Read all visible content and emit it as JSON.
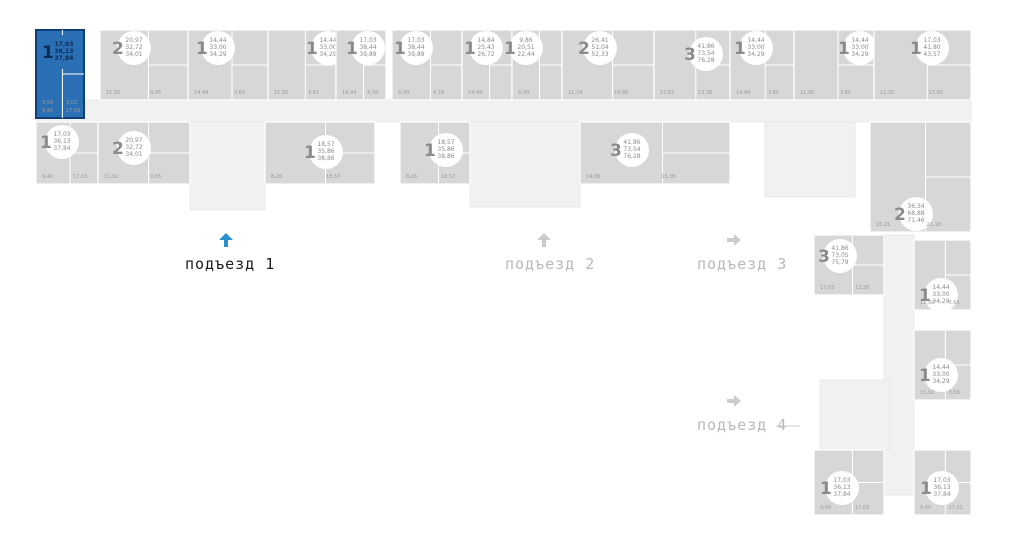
{
  "colors": {
    "apartment_fill": "#d7d7d7",
    "selected_fill": "#2a6fb3",
    "selected_text": "#0b2a55",
    "label_text": "#8b8b8b",
    "active_entrance": "#1b1b1b",
    "inactive_entrance": "#b9b9b9",
    "entrance_arrow_active": "#2b8fd0",
    "entrance_arrow_inactive": "#cccccc"
  },
  "entrances": [
    {
      "label": "подъезд 1",
      "active": true,
      "arrow": "up-arrow-icon"
    },
    {
      "label": "подъезд 2",
      "active": false,
      "arrow": "up-arrow-icon"
    },
    {
      "label": "подъезд 3",
      "active": false,
      "arrow": "right-arrow-icon"
    },
    {
      "label": "подъезд 4",
      "active": false,
      "arrow": "right-arrow-icon"
    }
  ],
  "apartments": [
    {
      "id": "a1",
      "rooms": "1",
      "areas": [
        "17,03",
        "36,13",
        "37,84"
      ],
      "selected": true,
      "room_labels": [
        "9,40",
        "17,03",
        "3,58",
        "3,02"
      ]
    },
    {
      "id": "a2",
      "rooms": "2",
      "areas": [
        "20,97",
        "32,72",
        "34,01"
      ],
      "selected": false,
      "room_labels": [
        "11,92",
        "9,05"
      ]
    },
    {
      "id": "a3",
      "rooms": "1",
      "areas": [
        "14,44",
        "33,00",
        "34,29"
      ],
      "selected": false,
      "room_labels": [
        "14,44",
        "3,65"
      ]
    },
    {
      "id": "a4",
      "rooms": "1",
      "areas": [
        "14,44",
        "33,00",
        "34,29"
      ],
      "selected": false,
      "room_labels": [
        "11,92",
        "3,61"
      ]
    },
    {
      "id": "a5",
      "rooms": "1",
      "areas": [
        "17,03",
        "38,44",
        "39,89"
      ],
      "selected": false,
      "room_labels": [
        "14,44",
        "4,78"
      ]
    },
    {
      "id": "a6",
      "rooms": "1",
      "areas": [
        "17,03",
        "38,44",
        "39,89"
      ],
      "selected": false,
      "room_labels": [
        "5,00",
        "4,78"
      ]
    },
    {
      "id": "a7",
      "rooms": "1",
      "areas": [
        "14,84",
        "25,43",
        "26,72"
      ],
      "selected": false,
      "room_labels": [
        "14,44"
      ]
    },
    {
      "id": "a8",
      "rooms": "1",
      "areas": [
        "9,86",
        "20,51",
        "22,44"
      ],
      "selected": false,
      "room_labels": [
        "5,00"
      ]
    },
    {
      "id": "a9",
      "rooms": "2",
      "areas": [
        "26,41",
        "51,04",
        "52,33"
      ],
      "selected": false,
      "room_labels": [
        "11,74",
        "14,86"
      ]
    },
    {
      "id": "a10",
      "rooms": "3",
      "areas": [
        "41,86",
        "73,54",
        "76,28"
      ],
      "selected": false,
      "room_labels": [
        "12,67",
        "13,38"
      ]
    },
    {
      "id": "a11",
      "rooms": "1",
      "areas": [
        "14,44",
        "33,00",
        "34,29"
      ],
      "selected": false,
      "room_labels": [
        "14,44",
        "3,65"
      ]
    },
    {
      "id": "a12",
      "rooms": "1",
      "areas": [
        "14,44",
        "33,00",
        "34,29"
      ],
      "selected": false,
      "room_labels": [
        "11,92",
        "3,65"
      ]
    },
    {
      "id": "a13",
      "rooms": "1",
      "areas": [
        "17,03",
        "41,80",
        "43,57"
      ],
      "selected": false,
      "room_labels": [
        "12,20",
        "17,03"
      ]
    },
    {
      "id": "a14",
      "rooms": "1",
      "areas": [
        "17,03",
        "36,13",
        "37,84"
      ],
      "selected": false,
      "room_labels": [
        "9,40",
        "17,03"
      ]
    },
    {
      "id": "a15",
      "rooms": "2",
      "areas": [
        "20,97",
        "32,72",
        "34,01"
      ],
      "selected": false,
      "room_labels": [
        "11,92",
        "9,05"
      ]
    },
    {
      "id": "a16",
      "rooms": "1",
      "areas": [
        "18,57",
        "35,86",
        "38,86"
      ],
      "selected": false,
      "room_labels": [
        "8,26",
        "18,57"
      ]
    },
    {
      "id": "a17",
      "rooms": "1",
      "areas": [
        "18,57",
        "35,86",
        "38,86"
      ],
      "selected": false,
      "room_labels": [
        "8,26",
        "18,57"
      ]
    },
    {
      "id": "a18",
      "rooms": "3",
      "areas": [
        "41,86",
        "73,54",
        "76,28"
      ],
      "selected": false,
      "room_labels": [
        "14,66",
        "13,38"
      ]
    },
    {
      "id": "a19",
      "rooms": "2",
      "areas": [
        "36,34",
        "68,88",
        "71,46"
      ],
      "selected": false,
      "room_labels": [
        "15,21",
        "21,18"
      ]
    },
    {
      "id": "a20",
      "rooms": "3",
      "areas": [
        "41,86",
        "73,05",
        "75,79"
      ],
      "selected": false,
      "room_labels": [
        "17,03",
        "13,38"
      ]
    },
    {
      "id": "a21",
      "rooms": "1",
      "areas": [
        "14,44",
        "33,00",
        "34,29"
      ],
      "selected": false,
      "room_labels": [
        "11,92",
        "3,65"
      ]
    },
    {
      "id": "a22",
      "rooms": "1",
      "areas": [
        "14,44",
        "33,00",
        "34,29"
      ],
      "selected": false,
      "room_labels": [
        "11,92",
        "3,58"
      ]
    },
    {
      "id": "a23",
      "rooms": "1",
      "areas": [
        "17,03",
        "36,13",
        "37,84"
      ],
      "selected": false,
      "room_labels": [
        "9,40",
        "17,03"
      ]
    },
    {
      "id": "a24",
      "rooms": "1",
      "areas": [
        "17,03",
        "36,13",
        "37,84"
      ],
      "selected": false,
      "room_labels": [
        "9,40",
        "17,03"
      ]
    }
  ]
}
